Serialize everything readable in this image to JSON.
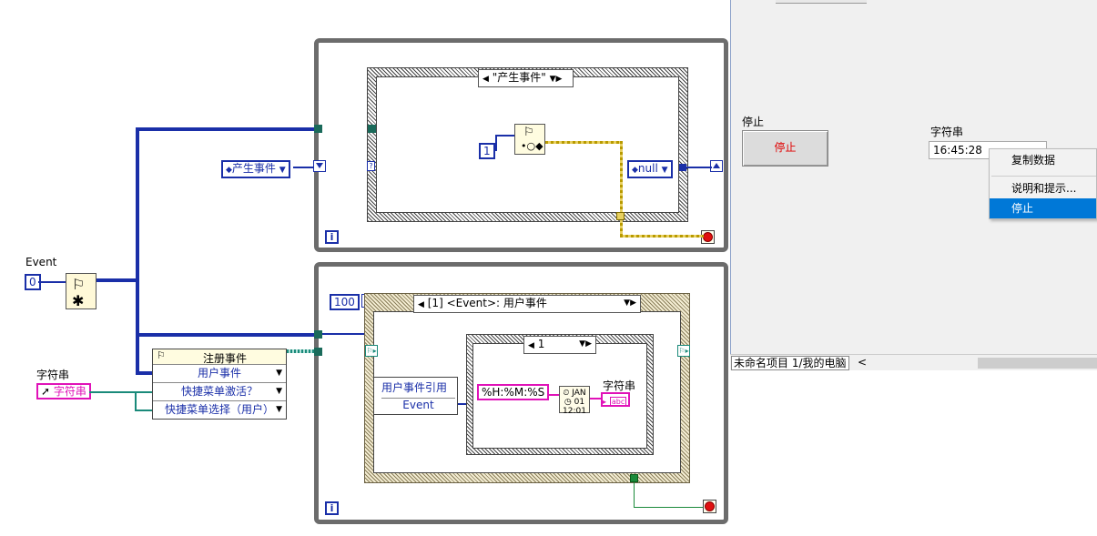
{
  "block_diagram": {
    "event_label": "Event",
    "event_value": "0",
    "string_label": "字符串",
    "string_control": "字符串",
    "generate_event_const": "产生事件",
    "top_case_selector": "\"产生事件\"",
    "num_const": "1",
    "null_const": "null",
    "iteration_terminal": "i",
    "wait_ms": "100",
    "event_case_selector": "[1] <Event>: 用户事件",
    "register_node": {
      "title": "注册事件",
      "rows": [
        "用户事件",
        "快捷菜单激活？",
        "快捷菜单选择（用户）"
      ]
    },
    "event_data": {
      "title": "用户事件引用",
      "field": "Event"
    },
    "inner_case_selector": "1",
    "format_string": "%H:%M:%S",
    "string_indicator_label": "字符串",
    "string_indicator_glyph": "abc"
  },
  "front_panel": {
    "stop_label": "停止",
    "stop_button_text": "停止",
    "string_label": "字符串",
    "string_value": "16:45:28",
    "status_bar": "未命名项目 1/我的电脑",
    "scroll_left": "<",
    "context_menu": {
      "items": [
        "复制数据",
        "说明和提示...",
        "停止"
      ],
      "selected_index": 2
    }
  }
}
